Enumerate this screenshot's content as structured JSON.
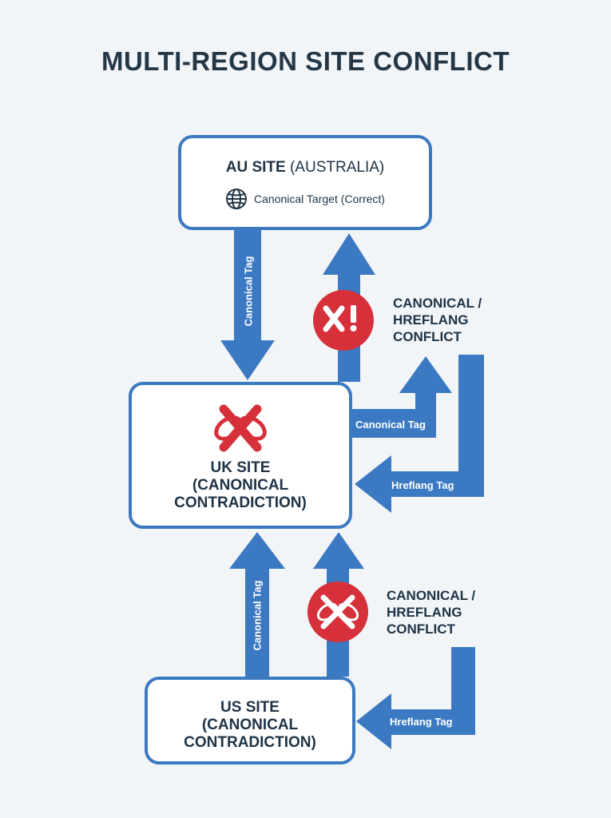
{
  "title": "MULTI-REGION SITE CONFLICT",
  "colors": {
    "arrow": "#3c79c3",
    "box_border": "#3c79c3",
    "conflict_red": "#d6303a",
    "background": "#f2f5f8"
  },
  "nodes": {
    "au": {
      "name": "AU SITE",
      "region": "(AUSTRALIA)",
      "subtitle": "Canonical Target (Correct)",
      "icon": "globe-icon"
    },
    "uk": {
      "line1": "UK SITE",
      "line2": "(CANONICAL",
      "line3": "CONTRADICTION)",
      "icon": "broken-link-icon"
    },
    "us": {
      "line1": "US SITE",
      "line2": "(CANONICAL",
      "line3": "CONTRADICTION)"
    }
  },
  "edges": {
    "au_to_uk": "Canonical Tag",
    "uk_to_right": "Canonical Tag",
    "right_to_uk": "Hreflang Tag",
    "us_to_uk": "Canonical Tag",
    "right_to_us": "Hreflang Tag"
  },
  "conflicts": [
    {
      "line1": "CANONICAL /",
      "line2": "HREFLANG",
      "line3": "CONFLICT",
      "icon": "x-exclamation-icon"
    },
    {
      "line1": "CANONICAL /",
      "line2": "HREFLANG",
      "line3": "CONFLICT",
      "icon": "broken-link-icon"
    }
  ]
}
